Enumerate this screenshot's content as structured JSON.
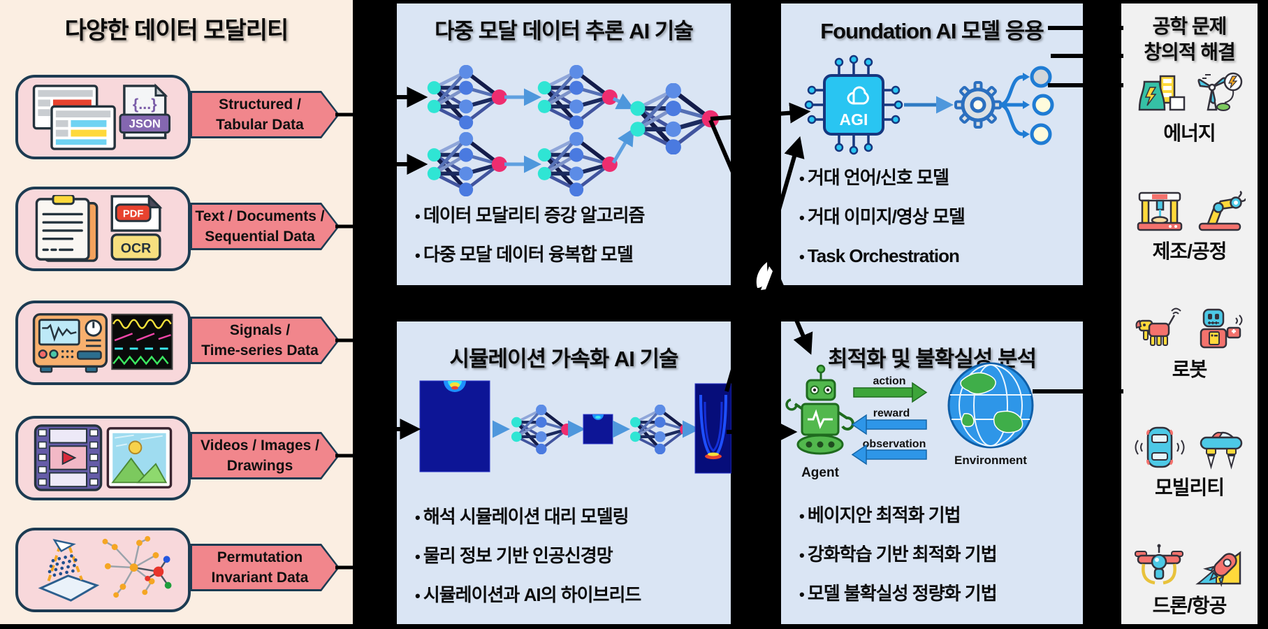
{
  "left_panel": {
    "title": "다양한 데이터 모달리티",
    "items": [
      {
        "label": "Structured /\nTabular Data"
      },
      {
        "label": "Text / Documents /\nSequential Data"
      },
      {
        "label": "Signals /\nTime-series Data"
      },
      {
        "label": "Videos / Images /\nDrawings"
      },
      {
        "label": "Permutation\nInvariant Data"
      }
    ],
    "icon_texts": {
      "json": "JSON",
      "pdf": "PDF",
      "ocr": "OCR"
    }
  },
  "multimodal_panel": {
    "title": "다중 모달 데이터 추론 AI 기술",
    "bullets": [
      "데이터 모달리티 증강 알고리즘",
      "다중 모달 데이터 융복합 모델"
    ]
  },
  "foundation_panel": {
    "title": "Foundation AI 모델 응용",
    "chip_label": "AGI",
    "bullets": [
      "거대 언어/신호 모델",
      "거대 이미지/영상 모델",
      "Task Orchestration"
    ]
  },
  "simulation_panel": {
    "title": "시뮬레이션 가속화 AI 기술",
    "bullets": [
      "해석 시뮬레이션 대리 모델링",
      "물리 정보 기반 인공신경망",
      "시뮬레이션과 AI의 하이브리드"
    ]
  },
  "optimization_panel": {
    "title": "최적화 및 불확실성 분석",
    "rl": {
      "action": "action",
      "reward": "reward",
      "observation": "observation",
      "agent": "Agent",
      "environment": "Environment"
    },
    "bullets": [
      "베이지안 최적화 기법",
      "강화학습 기반 최적화 기법",
      "모델 불확실성 정량화 기법"
    ]
  },
  "right_panel": {
    "title": "공학 문제\n창의적 해결",
    "categories": [
      {
        "label": "에너지"
      },
      {
        "label": "제조/공정"
      },
      {
        "label": "로봇"
      },
      {
        "label": "모빌리티"
      },
      {
        "label": "드론/항공"
      }
    ]
  },
  "colors": {
    "panel_cream": "#FBEEE2",
    "panel_blue": "#DAE5F4",
    "panel_gray": "#F1F1F1",
    "label_pink": "#F1868C",
    "box_pink": "#F8D8DB",
    "outline_navy": "#1C3B52",
    "node_cyan": "#2FE5D4",
    "node_blue": "#5C8CE6",
    "node_pink": "#EE2D6F",
    "sim_navy": "#0D1596",
    "agent_green": "#4CAF3E",
    "arrow_blue": "#2E96E8",
    "action_green": "#3DA53A",
    "chip_cyan": "#29C5F2"
  }
}
